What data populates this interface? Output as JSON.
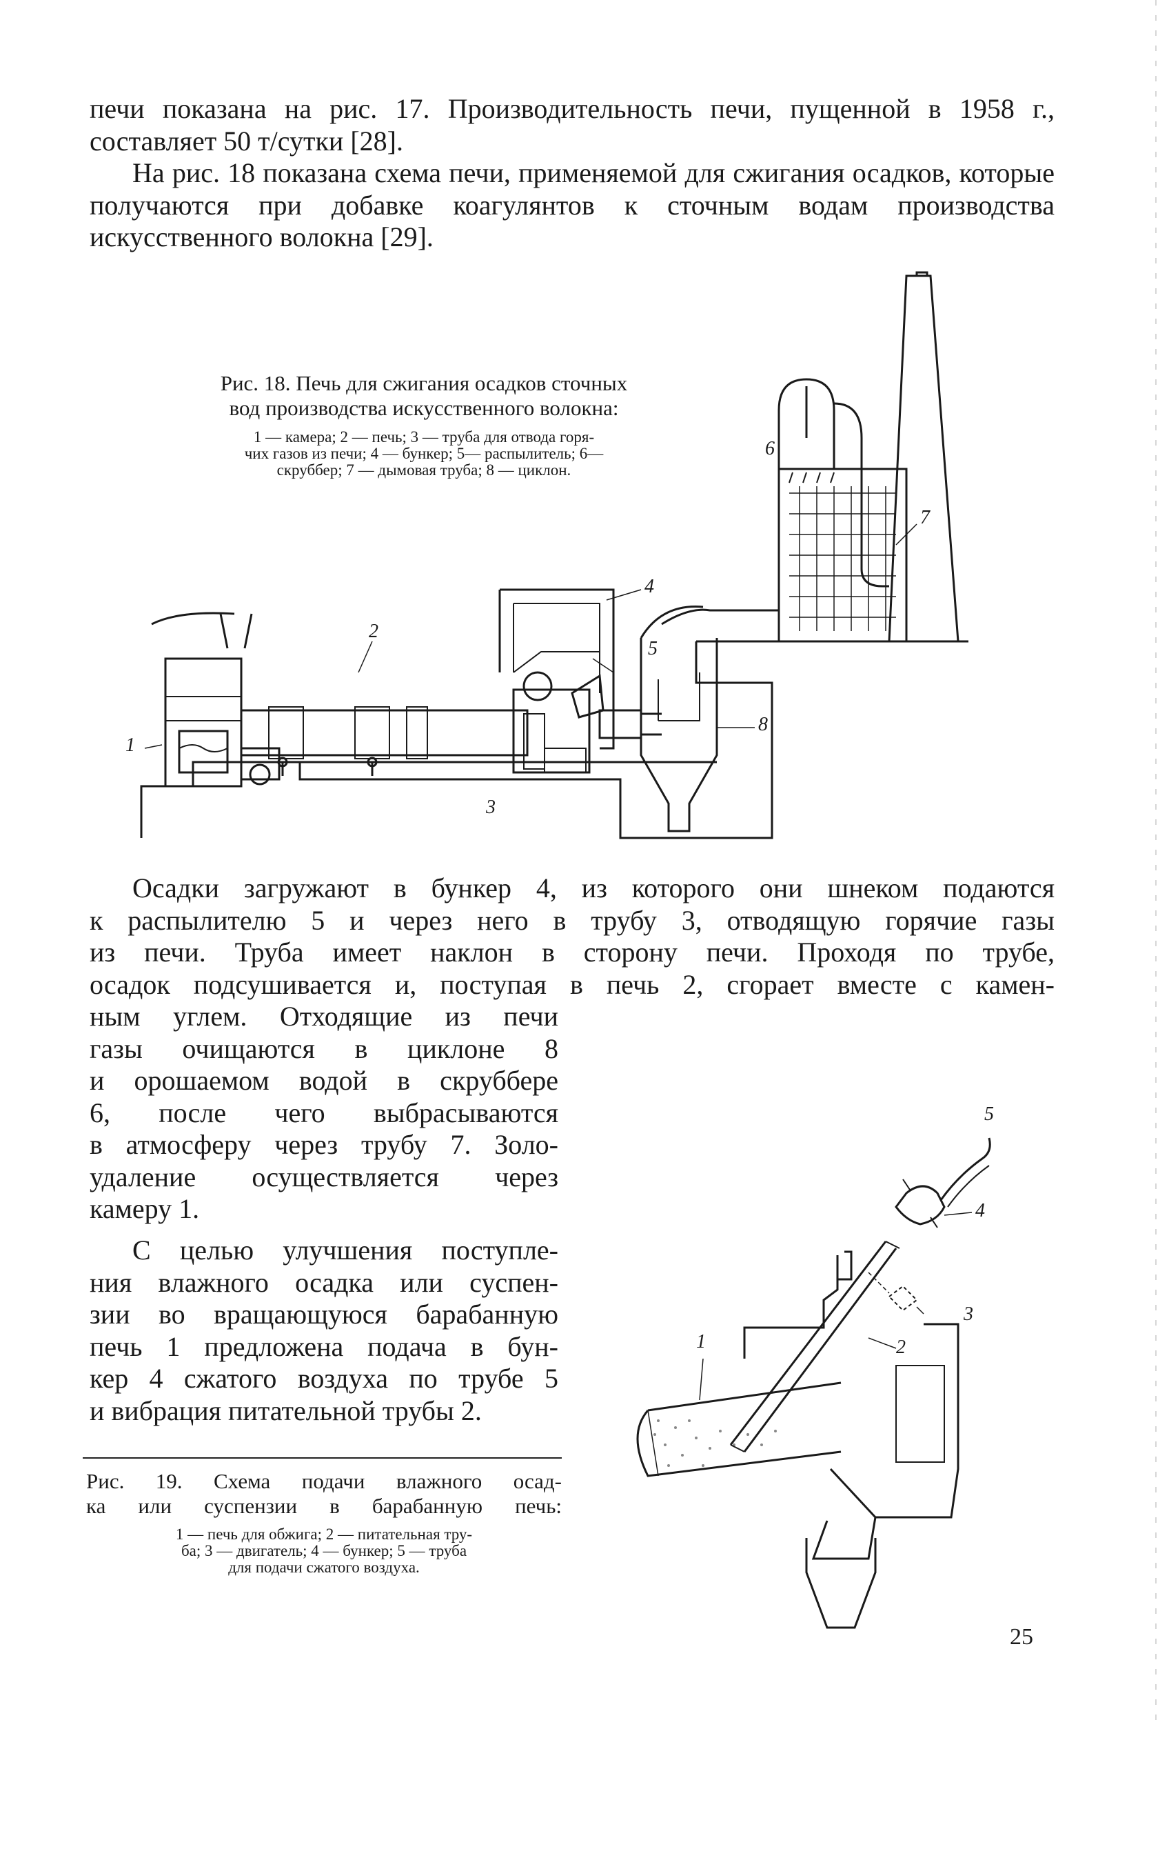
{
  "page": {
    "paragraphs": {
      "p1": "печи показана на рис. 17. Производительность печи, пущенной в 1958 г., составляет 50 т/сутки [28].",
      "p2": "На рис. 18 показана схема печи, применяемой для сжигания осадков, которые получаются при добавке коагулянтов к сточным водам производства искусственного волокна [29].",
      "p3": "Осадки загружают в бункер 4, из которого они шнеком подаются к распылителю 5 и через него в трубу 3, отводящую горячие газы из печи. Труба имеет наклон в сторону печи. Проходя по трубе, осадок подсушивается и, поступая в печь 2, сгорает вместе с каменным углем. Отходящие из печи газы очищаются в циклоне 8 и орошаемом водой в скруббере 6, после чего выбрасываются в атмосферу через трубу 7. Золоудаление осуществляется через камеру 1.",
      "p4": "С целью улучшения поступления влажного осадка или суспензии во вращающуюся барабанную печь 1 предложена подача в бункер 4 сжатого воздуха по трубе 5 и вибрация питательной трубы 2."
    },
    "p3_lines": [
      "Осадки загружают в бункер 4, из которого они шнеком подаются",
      "к распылителю 5 и через него в трубу 3, отводящую горячие газы",
      "из печи. Труба имеет наклон в сторону печи. Проходя по трубе,",
      "осадок подсушивается и, поступая в печь 2, сгорает вместе с камен-"
    ],
    "p3_col_lines": [
      "ным углем. Отходящие из печи",
      "газы очищаются в циклоне 8",
      "и орошаемом водой в скруббере",
      "6, после чего выбрасываются",
      "в атмосферу через трубу 7. Золо-",
      "удаление осуществляется через",
      "камеру 1."
    ],
    "p4_lines": [
      "С целью улучшения поступле-",
      "ния влажного осадка или суспен-",
      "зии во вращающуюся барабанную",
      "печь 1 предложена подача в бун-",
      "кер 4 сжатого воздуха по трубе 5",
      "и вибрация питательной трубы 2."
    ],
    "fig18": {
      "title_lines": [
        "Рис. 18. Печь для сжигания осадков сточных",
        "вод производства искусственного волокна:"
      ],
      "legend_lines": [
        "1 — камера; 2 — печь; 3 — труба для отвода горя-",
        "чих газов из печи; 4 — бункер; 5— распылитель; 6—",
        "скруббер; 7 — дымовая труба; 8 — циклон."
      ],
      "labels": [
        "1",
        "2",
        "3",
        "4",
        "5",
        "6",
        "7",
        "8"
      ]
    },
    "fig19": {
      "title_lines": [
        "Рис. 19. Схема подачи влажного осад-",
        "ка или суспензии в барабанную печь:"
      ],
      "legend_lines": [
        "1 — печь для обжига; 2 — питательная тру-",
        "ба; 3 — двигатель; 4 — бункер; 5 — труба",
        "для подачи сжатого воздуха."
      ],
      "labels": [
        "1",
        "2",
        "3",
        "4",
        "5"
      ]
    },
    "page_number": "25"
  }
}
